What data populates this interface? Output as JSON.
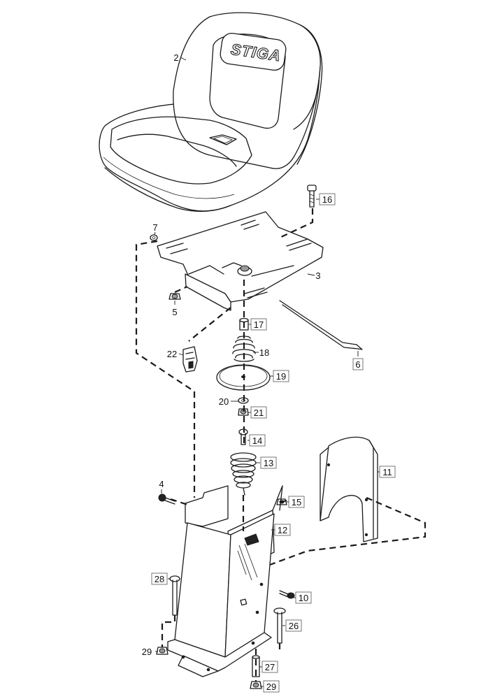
{
  "brand_logo": "STIGA",
  "callouts": [
    {
      "id": "c2",
      "text": "2"
    },
    {
      "id": "c16",
      "text": "16"
    },
    {
      "id": "c7",
      "text": "7"
    },
    {
      "id": "c3",
      "text": "3"
    },
    {
      "id": "c5",
      "text": "5"
    },
    {
      "id": "c17",
      "text": "17"
    },
    {
      "id": "c18",
      "text": "18"
    },
    {
      "id": "c22",
      "text": "22"
    },
    {
      "id": "c6",
      "text": "6"
    },
    {
      "id": "c19",
      "text": "19"
    },
    {
      "id": "c20",
      "text": "20"
    },
    {
      "id": "c21",
      "text": "21"
    },
    {
      "id": "c14",
      "text": "14"
    },
    {
      "id": "c13",
      "text": "13"
    },
    {
      "id": "c11",
      "text": "11"
    },
    {
      "id": "c4",
      "text": "4"
    },
    {
      "id": "c15",
      "text": "15"
    },
    {
      "id": "c12",
      "text": "12"
    },
    {
      "id": "c28",
      "text": "28"
    },
    {
      "id": "c10",
      "text": "10"
    },
    {
      "id": "c26",
      "text": "26"
    },
    {
      "id": "c29a",
      "text": "29"
    },
    {
      "id": "c27",
      "text": "27"
    },
    {
      "id": "c29b",
      "text": "29"
    }
  ]
}
